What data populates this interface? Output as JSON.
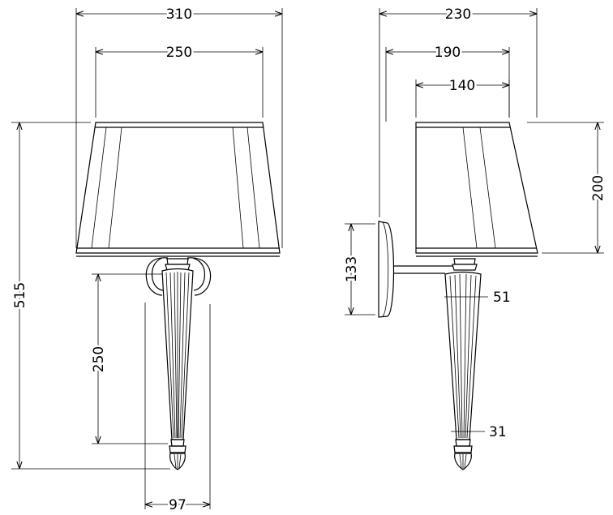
{
  "dimensions": {
    "front_shade_width": "310",
    "front_shade_top_width": "250",
    "front_total_height": "515",
    "front_body_height": "250",
    "front_body_width": "97",
    "side_total_depth": "230",
    "side_shade_bottom_depth": "190",
    "side_shade_top_depth": "140",
    "side_shade_height": "200",
    "side_backplate_height": "133",
    "side_body_top_diameter": "51",
    "side_body_bottom_diameter": "31"
  }
}
